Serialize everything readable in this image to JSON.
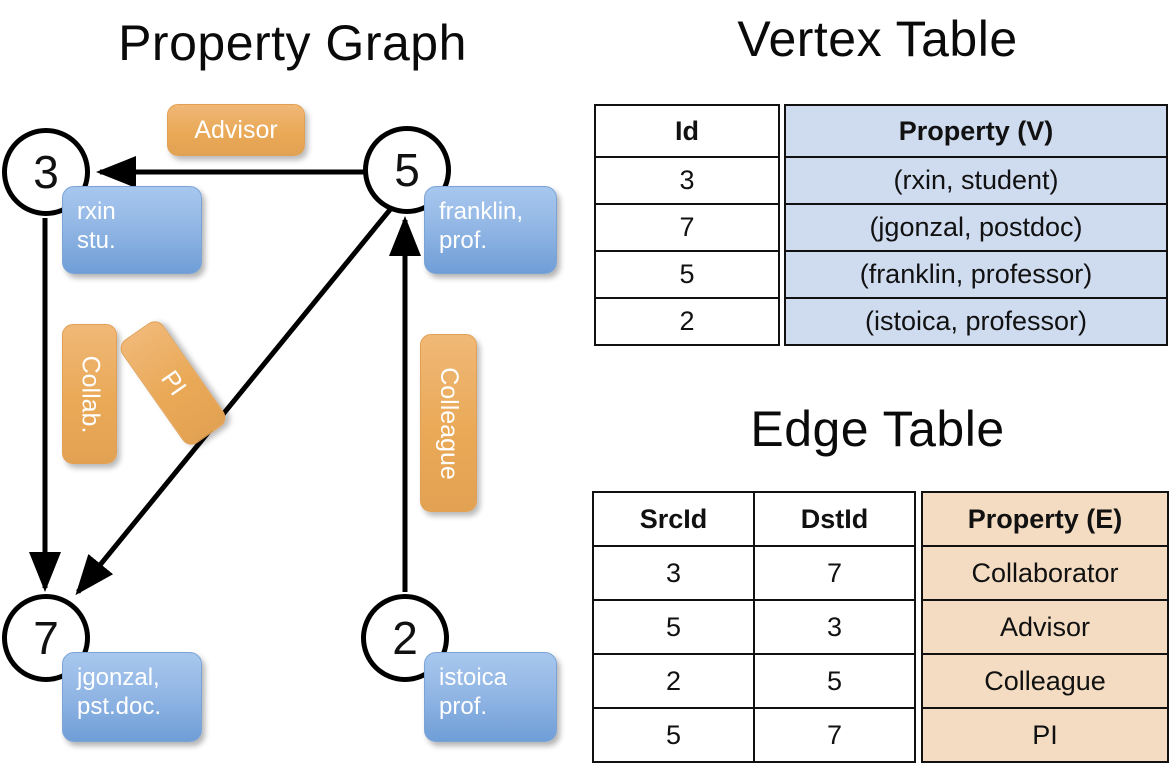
{
  "titles": {
    "property_graph": "Property Graph",
    "vertex_table": "Vertex Table",
    "edge_table": "Edge Table"
  },
  "graph": {
    "nodes": [
      {
        "id": "3",
        "property_line1": "rxin",
        "property_line2": "stu."
      },
      {
        "id": "5",
        "property_line1": "franklin,",
        "property_line2": "prof."
      },
      {
        "id": "7",
        "property_line1": "jgonzal,",
        "property_line2": "pst.doc."
      },
      {
        "id": "2",
        "property_line1": "istoica",
        "property_line2": "prof."
      }
    ],
    "edge_labels": {
      "advisor": "Advisor",
      "collab": "Collab.",
      "pi": "PI",
      "colleague": "Colleague"
    }
  },
  "vertex_table": {
    "headers": [
      "Id",
      "Property (V)"
    ],
    "rows": [
      {
        "id": "3",
        "property": "(rxin, student)"
      },
      {
        "id": "7",
        "property": "(jgonzal, postdoc)"
      },
      {
        "id": "5",
        "property": "(franklin, professor)"
      },
      {
        "id": "2",
        "property": "(istoica, professor)"
      }
    ]
  },
  "edge_table": {
    "headers": [
      "SrcId",
      "DstId",
      "Property (E)"
    ],
    "rows": [
      {
        "src": "3",
        "dst": "7",
        "property": "Collaborator"
      },
      {
        "src": "5",
        "dst": "3",
        "property": "Advisor"
      },
      {
        "src": "2",
        "dst": "5",
        "property": "Colleague"
      },
      {
        "src": "5",
        "dst": "7",
        "property": "PI"
      }
    ]
  },
  "colors": {
    "vertex_property_fill": "#cfdcef",
    "edge_property_fill": "#f4dcc2",
    "node_chip_blue": "#93b7e5",
    "edge_chip_orange": "#e9a957",
    "stroke": "#000000"
  }
}
